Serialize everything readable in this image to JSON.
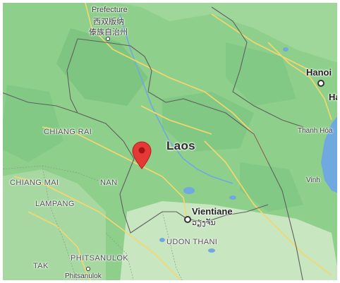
{
  "map": {
    "labels": {
      "prefecture": "Prefecture",
      "xishuangbanna": "西双版纳",
      "dai_autonomous": "傣族自治州",
      "hanoi": "Hanoi",
      "ha_partial": "Ha",
      "chiang_rai": "CHIANG RAI",
      "laos": "Laos",
      "thanh_hoa": "Thanh Hóa",
      "chiang_mai": "CHIANG MAI",
      "nan": "NAN",
      "vinh": "Vinh",
      "lampang": "LAMPANG",
      "vientiane": "Vientiane",
      "vientiane_lao": "ວຽງຈັນ",
      "udon_thani": "UDON THANI",
      "phitsanulok_province": "PHITSANULOK",
      "tak": "TAK",
      "phitsanulok_city": "Phitsanulok"
    },
    "colors": {
      "land": "#8fcf8c",
      "dark_green": "#6dbb76",
      "light_land": "#c8e6c0",
      "water": "#6fa9e0",
      "road": "#f5d76e",
      "border": "#5f5f5f",
      "marker": "#e53935"
    },
    "marker": {
      "icon": "map-pin-icon"
    }
  }
}
